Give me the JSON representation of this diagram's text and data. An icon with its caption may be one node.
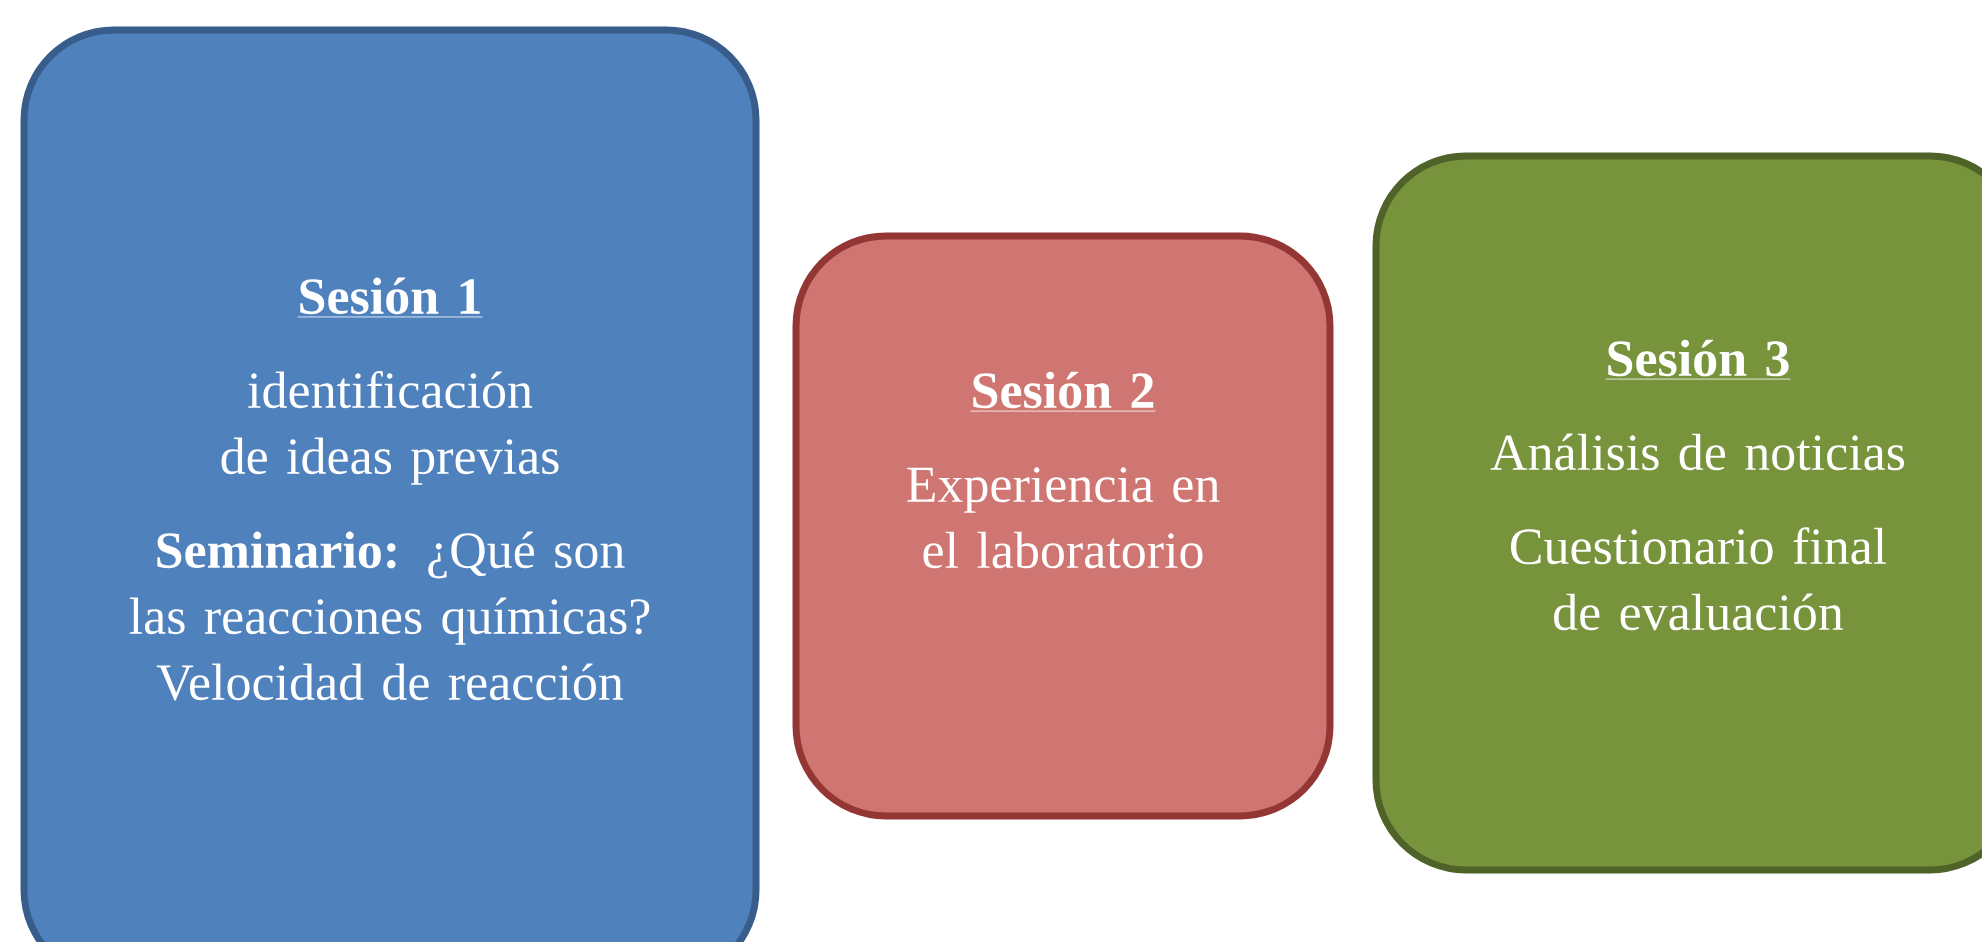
{
  "diagram": {
    "nodes": [
      {
        "text": [
          "Sesión 1",
          "identificación de ideas previas",
          "**Seminario:** ¿Qué son las reacciones químicas? Velocidad de reacción"
        ]
      },
      {
        "text": [
          "Sesión 2",
          "Experiencia en el laboratorio"
        ]
      },
      {
        "text": [
          "Sesión 3",
          "Análisis de noticias",
          "Cuestionario final de evaluación"
        ]
      }
    ]
  }
}
